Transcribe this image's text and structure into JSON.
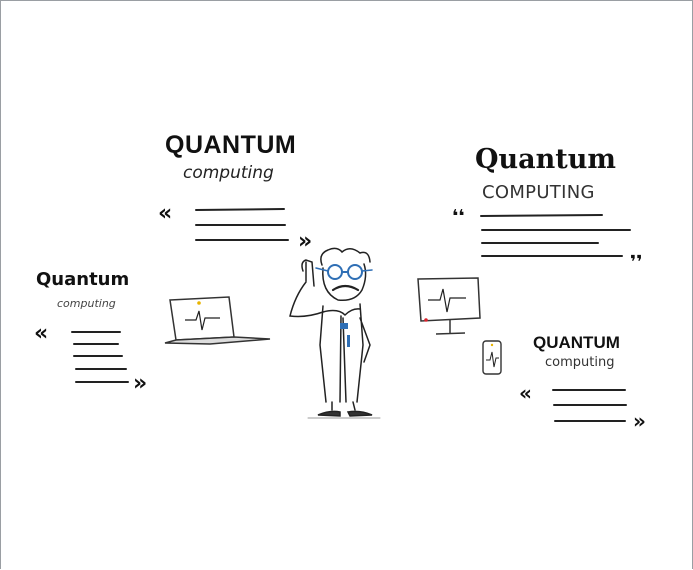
{
  "blocks": {
    "top_left": {
      "title": "QUANTUM",
      "subtitle": "computing"
    },
    "top_right": {
      "title": "Quantum",
      "subtitle": "COMPUTING"
    },
    "left": {
      "title": "Quantum",
      "subtitle": "computing"
    },
    "right": {
      "title": "QUANTUM",
      "subtitle": "computing"
    }
  },
  "quote_marks": {
    "open_guillemet": "«",
    "close_guillemet": "»",
    "open_curly": "❛❛",
    "close_curly": "❜❜"
  },
  "colors": {
    "ink": "#111111",
    "accent_blue": "#2f6fb5",
    "frame": "#9a9ea3"
  }
}
